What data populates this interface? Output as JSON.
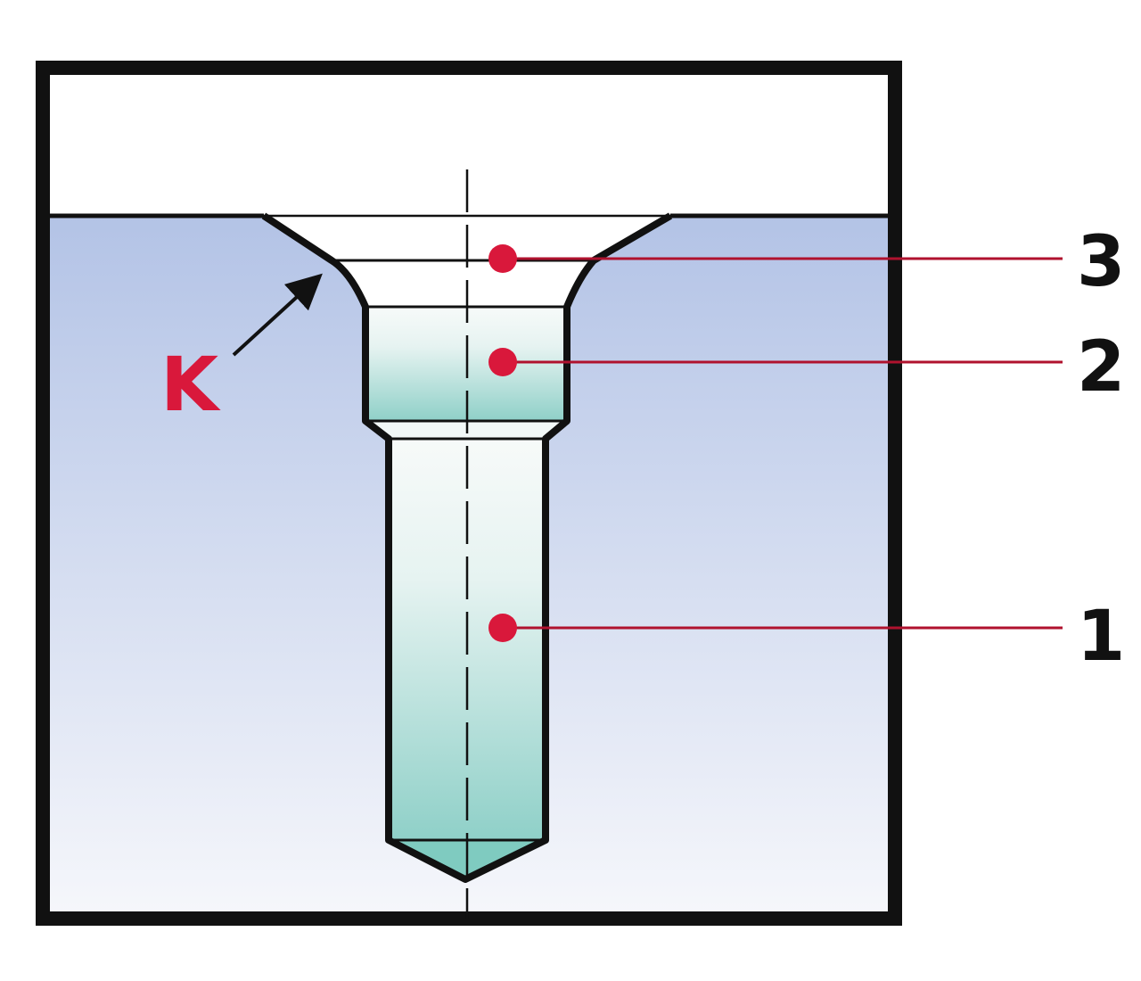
{
  "diagram": {
    "chamfer_label": "K",
    "callouts": [
      {
        "id": "3",
        "label": "3"
      },
      {
        "id": "2",
        "label": "2"
      },
      {
        "id": "1",
        "label": "1"
      }
    ]
  },
  "colors": {
    "outline": "#111111",
    "accent": "#d9183b",
    "leader": "#b0122e",
    "material_top": "#b3c3e6",
    "material_bottom": "#f6f7fb",
    "hole_top": "#f7faf9",
    "hole_bottom": "#8fd0c8",
    "tip": "#7fcbc0"
  }
}
